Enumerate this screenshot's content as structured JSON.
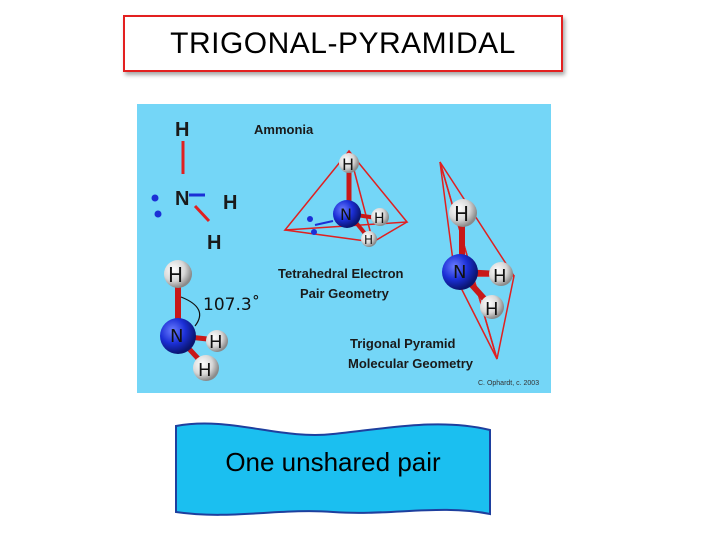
{
  "title": "TRIGONAL-PYRAMIDAL",
  "diagram": {
    "ammonia_label": "Ammonia",
    "tetrahedral_label_1": "Tetrahedral Electron",
    "tetrahedral_label_2": "Pair Geometry",
    "trigonal_label_1": "Trigonal Pyramid",
    "trigonal_label_2": "Molecular Geometry",
    "angle_label": "107.3˚",
    "credit": "C. Ophardt, c. 2003",
    "atoms": {
      "n": "N",
      "h": "H"
    }
  },
  "caption": "One unshared pair",
  "colors": {
    "title_border": "#e32020",
    "panel_bg": "#74d6f7",
    "banner_fill": "#1bbff0",
    "nitrogen": "#1b2fd6",
    "bond": "#e02020"
  }
}
